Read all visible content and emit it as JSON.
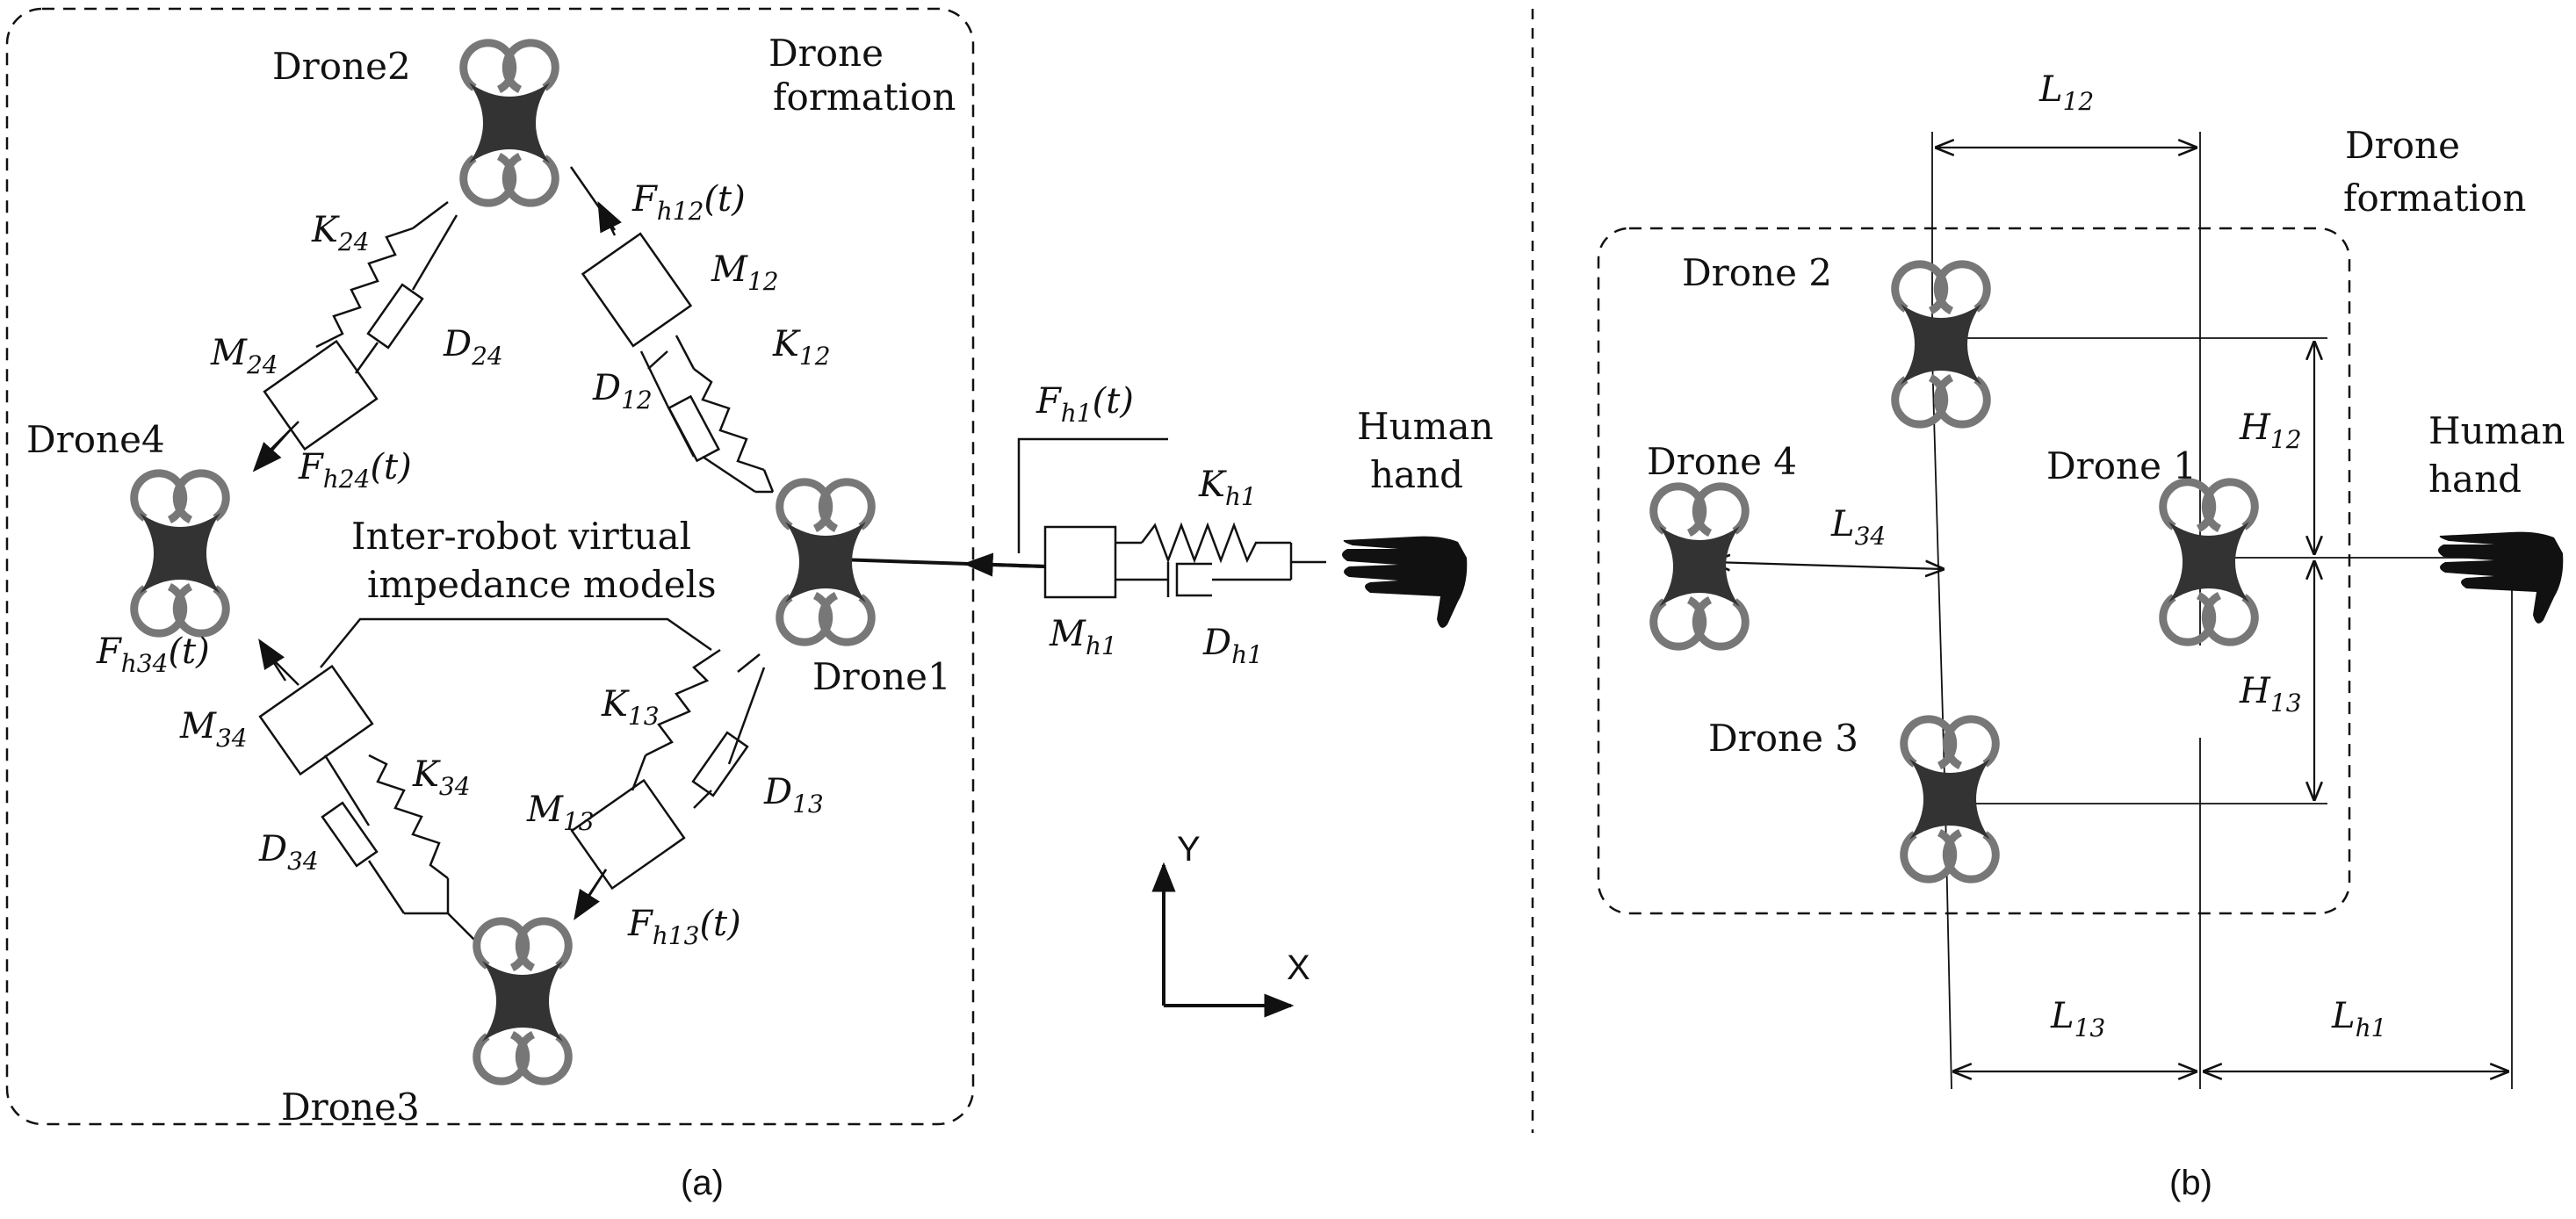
{
  "panel_a": {
    "caption": "(a)",
    "formation_label_1": "Drone",
    "formation_label_2": "formation",
    "drone1": "Drone1",
    "drone2": "Drone2",
    "drone3": "Drone3",
    "drone4": "Drone4",
    "inter_robot_label_1": "Inter-robot  virtual",
    "inter_robot_label_2": "impedance models",
    "human_label_1": "Human",
    "human_label_2": "hand",
    "sym_K24": "K",
    "sub_K24": "24",
    "sym_D24": "D",
    "sub_D24": "24",
    "sym_M24": "M",
    "sub_M24": "24",
    "sym_Fh24": "F",
    "sub_Fh24": "h24",
    "arg_Fh24": "(t)",
    "sym_M12": "M",
    "sub_M12": "12",
    "sym_K12": "K",
    "sub_K12": "12",
    "sym_D12": "D",
    "sub_D12": "12",
    "sym_Fh12": "F",
    "sub_Fh12": "h12",
    "arg_Fh12": "(t)",
    "sym_M34": "M",
    "sub_M34": "34",
    "sym_K34": "K",
    "sub_K34": "34",
    "sym_D34": "D",
    "sub_D34": "34",
    "sym_Fh34": "F",
    "sub_Fh34": "h34",
    "arg_Fh34": "(t)",
    "sym_K13": "K",
    "sub_K13": "13",
    "sym_D13": "D",
    "sub_D13": "13",
    "sym_M13": "M",
    "sub_M13": "13",
    "sym_Fh13": "F",
    "sub_Fh13": "h13",
    "arg_Fh13": "(t)",
    "sym_Fh1": "F",
    "sub_Fh1": "h1",
    "arg_Fh1": "(t)",
    "sym_Kh1": "K",
    "sub_Kh1": "h1",
    "sym_Mh1": "M",
    "sub_Mh1": "h1",
    "sym_Dh1": "D",
    "sub_Dh1": "h1",
    "axis_y": "Y",
    "axis_x": "X"
  },
  "panel_b": {
    "caption": "(b)",
    "formation_label_1": "Drone",
    "formation_label_2": "formation",
    "drone1": "Drone 1",
    "drone2": "Drone 2",
    "drone3": "Drone 3",
    "drone4": "Drone 4",
    "human_label_1": "Human",
    "human_label_2": "hand",
    "sym_L12": "L",
    "sub_L12": "12",
    "sym_L34": "L",
    "sub_L34": "34",
    "sym_L13": "L",
    "sub_L13": "13",
    "sym_Lh1": "L",
    "sub_Lh1": "h1",
    "sym_H12": "H",
    "sub_H12": "12",
    "sym_H13": "H",
    "sub_H13": "13"
  },
  "colors": {
    "drone_body": "#333333",
    "drone_rotor": "#777777",
    "line": "#111111"
  }
}
